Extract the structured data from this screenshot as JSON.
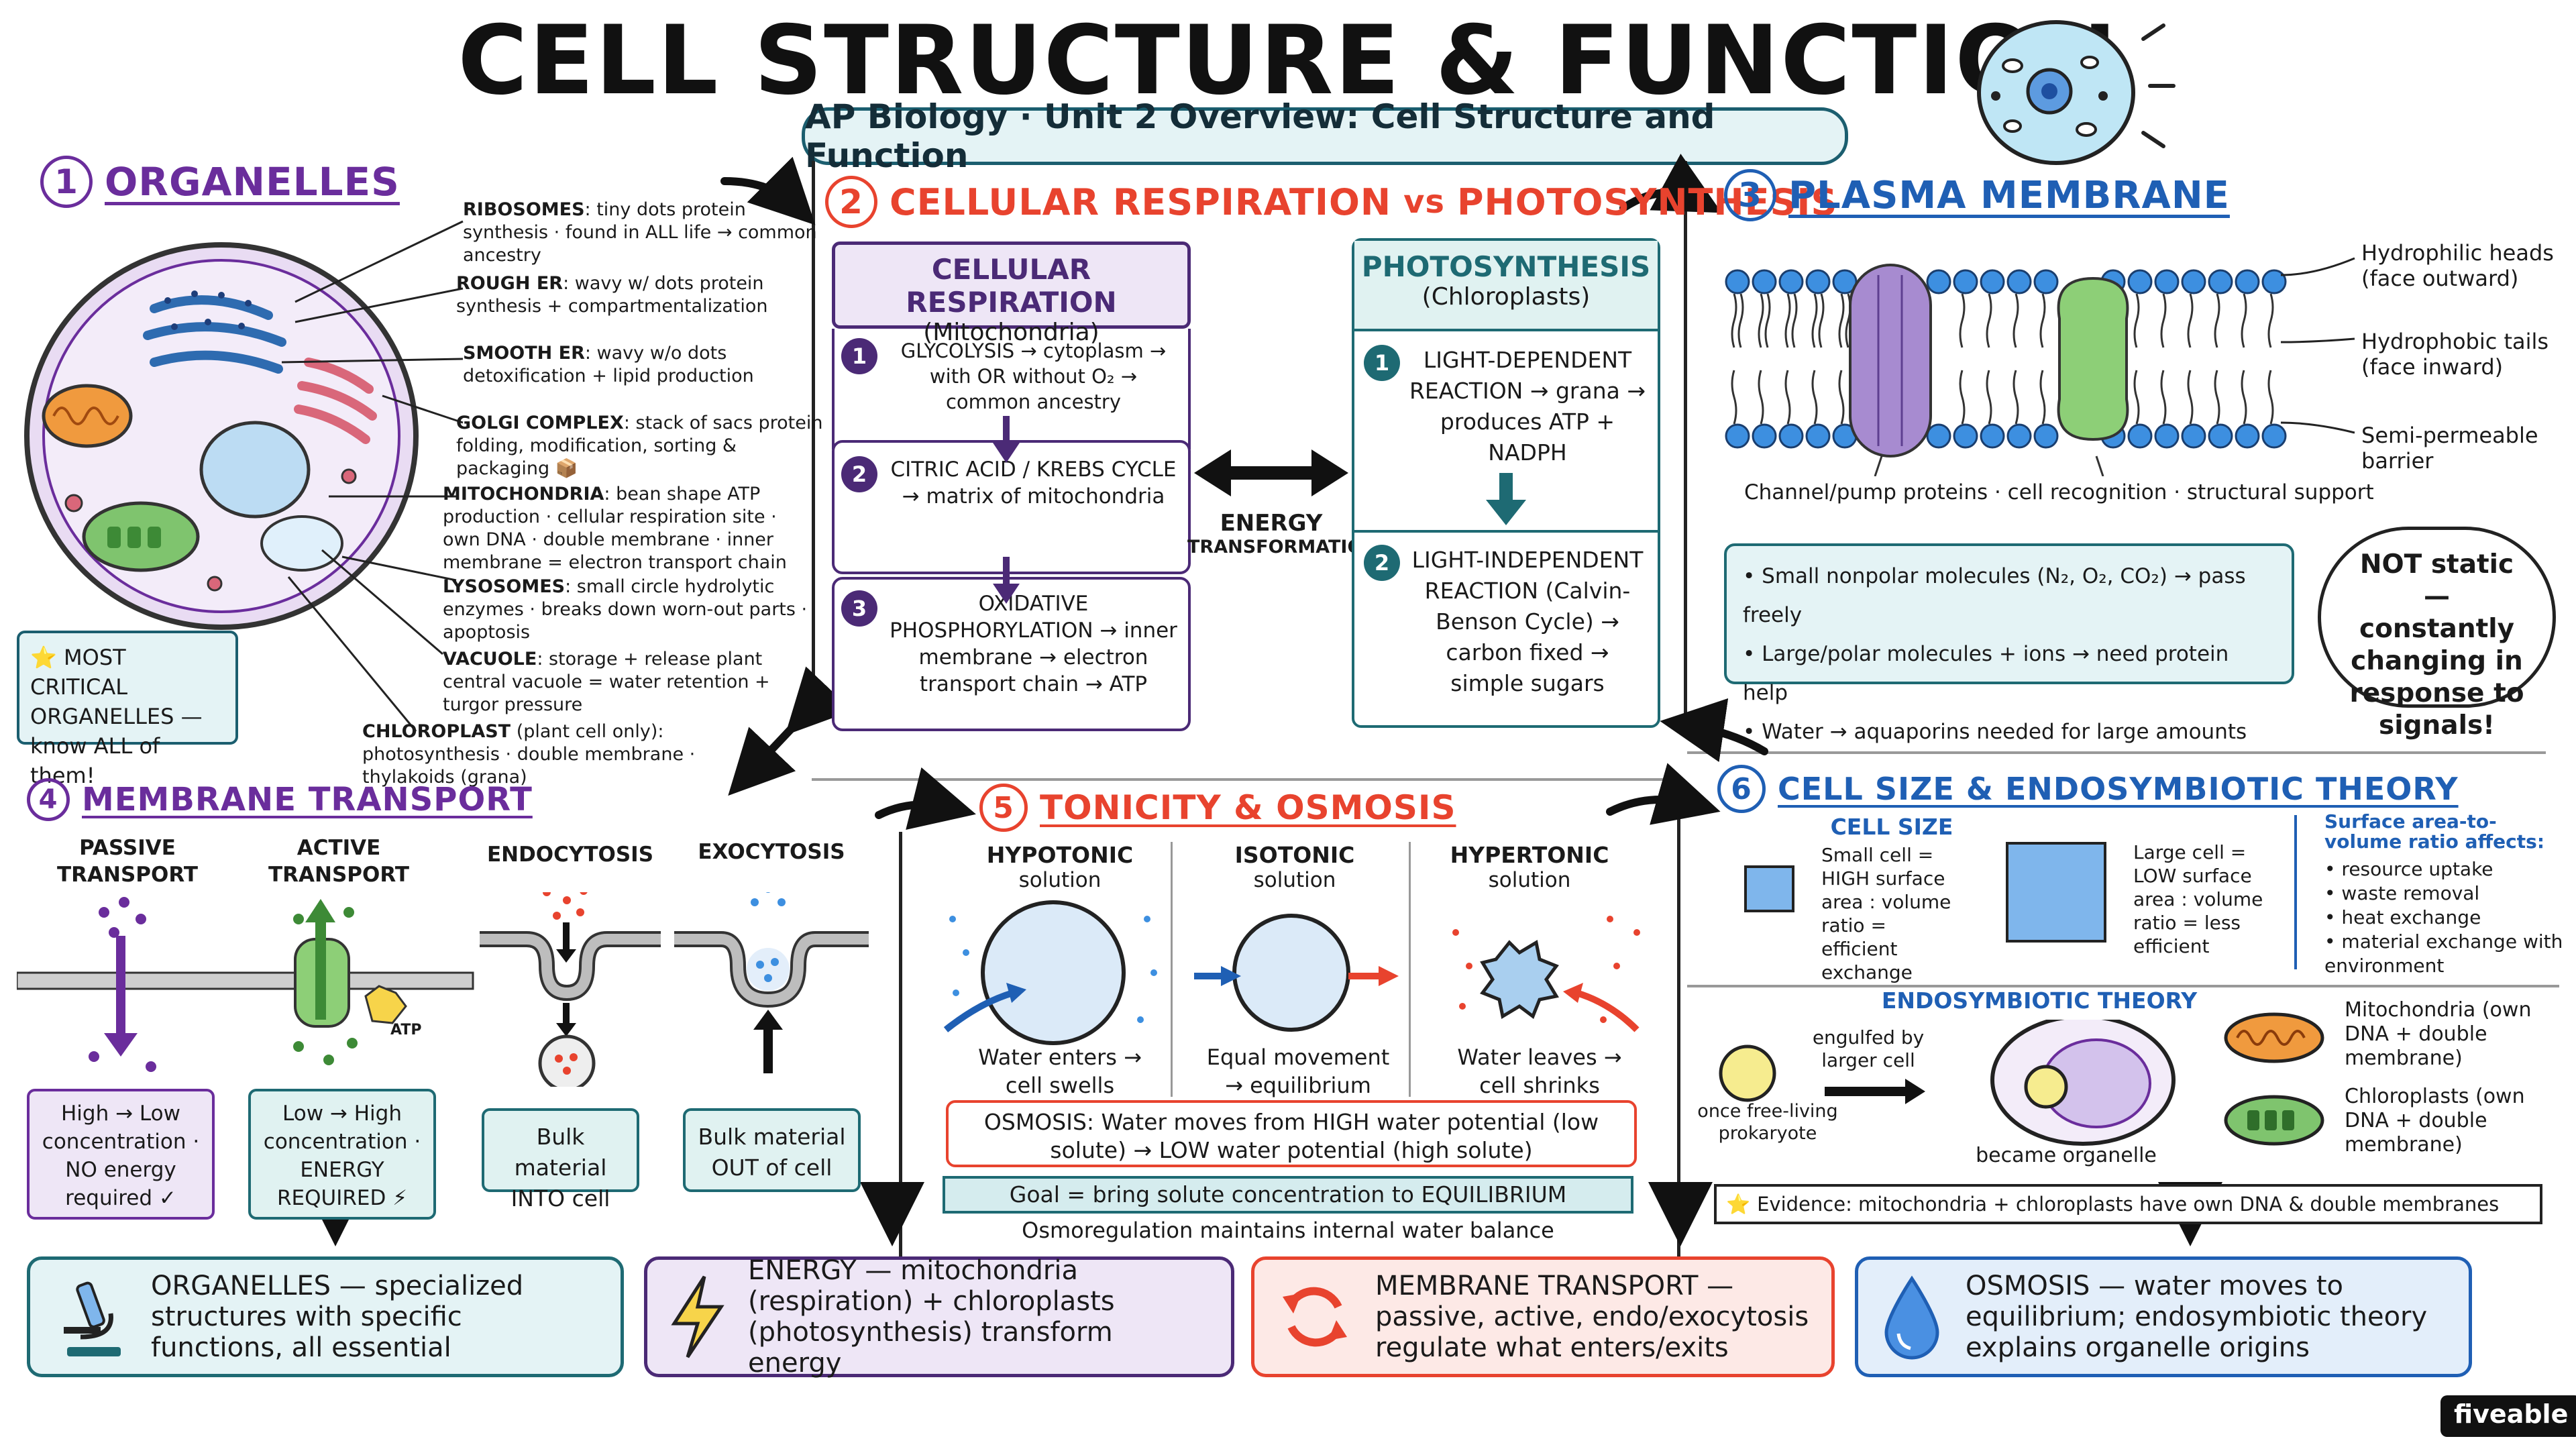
{
  "header": {
    "title": "CELL STRUCTURE & FUNCTION",
    "subtitle": "AP Biology · Unit 2 Overview: Cell Structure and Function"
  },
  "sec1": {
    "num": "1",
    "title": "ORGANELLES",
    "labels": [
      {
        "name": "RIBOSOMES",
        "text": ": tiny dots protein synthesis · found in ALL life → common ancestry"
      },
      {
        "name": "ROUGH ER",
        "text": ": wavy w/ dots protein synthesis + compartmentalization"
      },
      {
        "name": "SMOOTH ER",
        "text": ": wavy w/o dots detoxification + lipid production"
      },
      {
        "name": "GOLGI COMPLEX",
        "text": ": stack of sacs protein folding, modification, sorting & packaging 📦"
      },
      {
        "name": "MITOCHONDRIA",
        "text": ": bean shape ATP production · cellular respiration site · own DNA · double membrane · inner membrane = electron transport chain"
      },
      {
        "name": "LYSOSOMES",
        "text": ": small circle hydrolytic enzymes · breaks down worn-out parts · apoptosis"
      },
      {
        "name": "VACUOLE",
        "text": ": storage + release plant central vacuole = water retention + turgor pressure"
      },
      {
        "name": "CHLOROPLAST",
        "text": " (plant cell only): photosynthesis · double membrane · thylakoids (grana)"
      }
    ],
    "critical": {
      "star": "⭐",
      "text": "MOST CRITICAL ORGANELLES — know ALL of them!"
    }
  },
  "sec2": {
    "num": "2",
    "title_a": "CELLULAR RESPIRATION",
    "title_vs": "vs",
    "title_b": "PHOTOSYNTHESIS",
    "resp": {
      "title": "CELLULAR RESPIRATION",
      "sub": "(Mitochondria)",
      "steps": [
        {
          "n": "1",
          "text": "GLYCOLYSIS → cytoplasm → with OR without O₂ → common ancestry"
        },
        {
          "n": "2",
          "text": "CITRIC ACID / KREBS CYCLE → matrix of mitochondria"
        },
        {
          "n": "3",
          "text": "OXIDATIVE PHOSPHORYLATION → inner membrane → electron transport chain → ATP"
        }
      ]
    },
    "energy": {
      "a": "ENERGY",
      "b": "TRANSFORMATION"
    },
    "photo": {
      "title": "PHOTOSYNTHESIS",
      "sub": "(Chloroplasts)",
      "steps": [
        {
          "n": "1",
          "text": "LIGHT-DEPENDENT REACTION → grana → produces ATP + NADPH"
        },
        {
          "n": "2",
          "text": "LIGHT-INDEPENDENT REACTION (Calvin-Benson Cycle) → carbon fixed → simple sugars"
        }
      ]
    }
  },
  "sec3": {
    "num": "3",
    "title": "PLASMA MEMBRANE",
    "labels": {
      "heads": "Hydrophilic heads (face outward)",
      "tails": "Hydrophobic tails (face inward)",
      "barrier": "Semi-permeable barrier",
      "proteins": "Channel/pump proteins · cell recognition · structural support"
    },
    "bullets": [
      "Small nonpolar molecules (N₂, O₂, CO₂) → pass freely",
      "Large/polar molecules + ions → need protein help",
      "Water → aquaporins needed for large amounts"
    ],
    "cloud": "NOT static — constantly changing in response to signals!"
  },
  "sec4": {
    "num": "4",
    "title": "MEMBRANE TRANSPORT",
    "cols": [
      {
        "head": "PASSIVE TRANSPORT",
        "foot": "High → Low concentration · NO energy required ✓"
      },
      {
        "head": "ACTIVE TRANSPORT",
        "foot": "Low → High concentration · ENERGY REQUIRED ⚡"
      },
      {
        "head": "ENDOCYTOSIS",
        "foot": "Bulk material INTO cell"
      },
      {
        "head": "EXOCYTOSIS",
        "foot": "Bulk material OUT of cell"
      }
    ],
    "atp": "ATP"
  },
  "sec5": {
    "num": "5",
    "title": "TONICITY & OSMOSIS",
    "cols": [
      {
        "head": "HYPOTONIC",
        "sub": "solution",
        "foot": "Water enters → cell swells"
      },
      {
        "head": "ISOTONIC",
        "sub": "solution",
        "foot": "Equal movement → equilibrium"
      },
      {
        "head": "HYPERTONIC",
        "sub": "solution",
        "foot": "Water leaves → cell shrinks"
      }
    ],
    "osmosis": "OSMOSIS: Water moves from HIGH water potential (low solute) → LOW water potential (high solute)",
    "goal": "Goal = bring solute concentration to EQUILIBRIUM",
    "osmoreg": "Osmoregulation maintains internal water balance"
  },
  "sec6": {
    "num": "6",
    "title": "CELL SIZE & ENDOSYMBIOTIC THEORY",
    "cellsize": {
      "title": "CELL SIZE",
      "small": "Small cell = HIGH surface area : volume ratio = efficient exchange",
      "large": "Large cell = LOW surface area : volume ratio = less efficient",
      "sa_title": "Surface area-to-volume ratio affects:",
      "sa_items": [
        "resource uptake",
        "waste removal",
        "heat exchange",
        "material exchange with environment"
      ]
    },
    "endo": {
      "title": "ENDOSYMBIOTIC THEORY",
      "engulfed": "engulfed by larger cell",
      "prok": "once free-living prokaryote",
      "became": "became organelle",
      "mito": "Mitochondria (own DNA + double membrane)",
      "chloro": "Chloroplasts (own DNA + double membrane)",
      "evidence": "Evidence: mitochondria + chloroplasts have own DNA & double membranes"
    }
  },
  "bottom": [
    {
      "icon": "microscope-icon",
      "text": "ORGANELLES — specialized structures with specific functions, all essential",
      "bg": "#e4f3f5"
    },
    {
      "icon": "lightning-icon",
      "text": "ENERGY — mitochondria (respiration) + chloroplasts (photosynthesis) transform energy",
      "bg": "#eee6f6"
    },
    {
      "icon": "cycle-arrows-icon",
      "text": "MEMBRANE TRANSPORT — passive, active, endo/exocytosis regulate what enters/exits",
      "bg": "#fde9e6"
    },
    {
      "icon": "water-drop-icon",
      "text": "OSMOSIS — water moves to equilibrium; endosymbiotic theory explains organelle origins",
      "bg": "#e3eefa"
    }
  ],
  "brand": "fiveable",
  "colors": {
    "purple": "#6a2d9c",
    "red": "#e8432e",
    "blue": "#1f5fb4",
    "teal": "#1e6a73"
  }
}
